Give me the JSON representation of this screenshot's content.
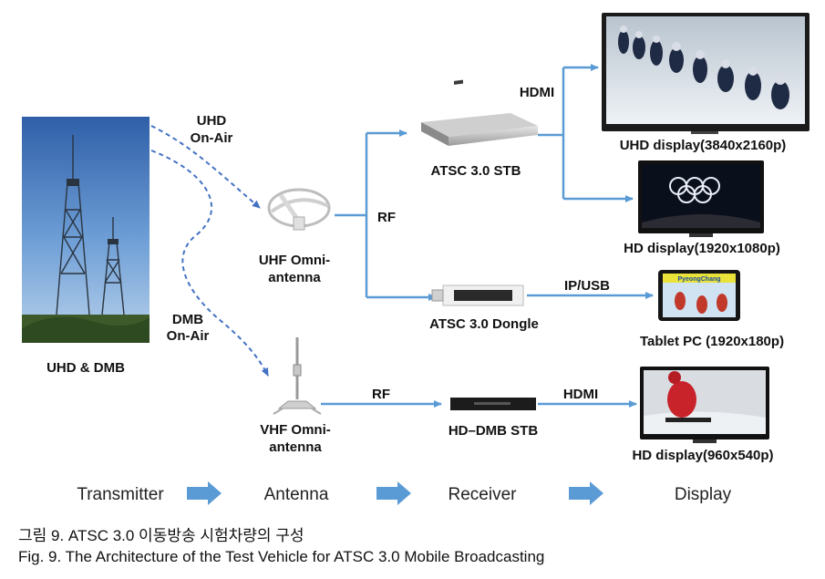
{
  "diagram": {
    "tower_label": "UHD & DMB",
    "uhd_onair": [
      "UHD",
      "On-Air"
    ],
    "dmb_onair": [
      "DMB",
      "On-Air"
    ],
    "uhf_antenna": [
      "UHF Omni-",
      "antenna"
    ],
    "vhf_antenna": [
      "VHF Omni-",
      "antenna"
    ],
    "rf_top": "RF",
    "rf_bottom": "RF",
    "hdmi_top": "HDMI",
    "hdmi_bottom": "HDMI",
    "ip_usb": "IP/USB",
    "atsc_stb": "ATSC 3.0 STB",
    "atsc_dongle": "ATSC 3.0 Dongle",
    "hd_dmb_stb": "HD–DMB STB",
    "uhd_display": "UHD display(3840x2160p)",
    "hd_display_1080": "HD display(1920x1080p)",
    "tablet": "Tablet PC (1920x180p)",
    "hd_display_540": "HD display(960x540p)",
    "tablet_screen_text": "PyeongChang",
    "stages": [
      "Transmitter",
      "Antenna",
      "Receiver",
      "Display"
    ]
  },
  "caption": {
    "korean": "그림 9. ATSC 3.0 이동방송 시험차량의 구성",
    "english": "Fig. 9. The Architecture of the Test Vehicle for ATSC 3.0 Mobile Broadcasting"
  },
  "colors": {
    "arrow_blue": "#5b9bd5",
    "dashed_blue": "#4472c4"
  }
}
